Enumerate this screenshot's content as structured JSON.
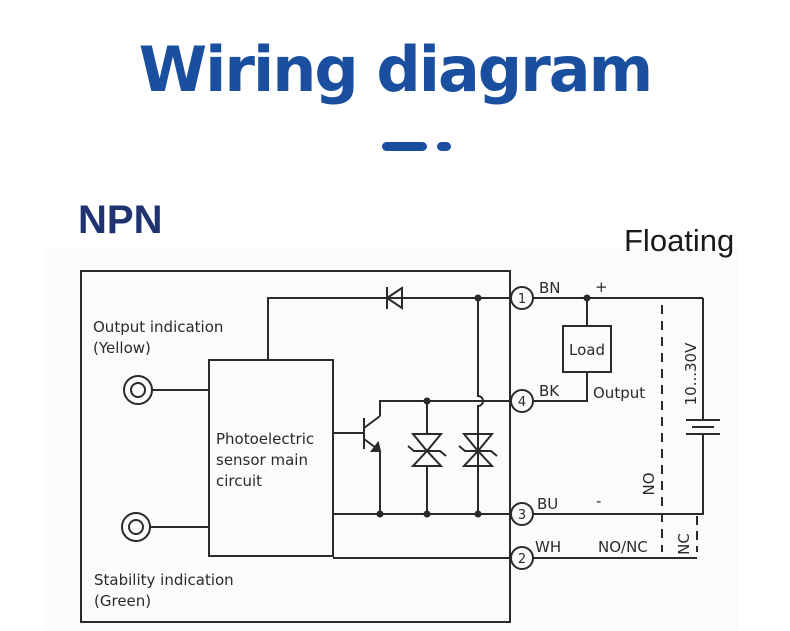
{
  "header": {
    "title": "Wiring diagram",
    "accent_color": "#1a4fa0"
  },
  "diagram": {
    "type_label": "NPN",
    "mode_label": "Floating",
    "indicators": {
      "output": {
        "line1": "Output indication",
        "line2": "(Yellow)"
      },
      "stability": {
        "line1": "Stability indication",
        "line2": "(Green)"
      }
    },
    "main_circuit": {
      "line1": "Photoelectric",
      "line2": "sensor main",
      "line3": "circuit"
    },
    "terminals": [
      {
        "number": "1",
        "wire": "BN",
        "polarity": "+"
      },
      {
        "number": "4",
        "wire": "BK",
        "function": "Output"
      },
      {
        "number": "3",
        "wire": "BU",
        "polarity": "-"
      },
      {
        "number": "2",
        "wire": "WH",
        "function": "NO/NC"
      }
    ],
    "load_label": "Load",
    "supply_label": "10...30V",
    "switch_labels": {
      "no": "NO",
      "nc": "NC"
    }
  }
}
